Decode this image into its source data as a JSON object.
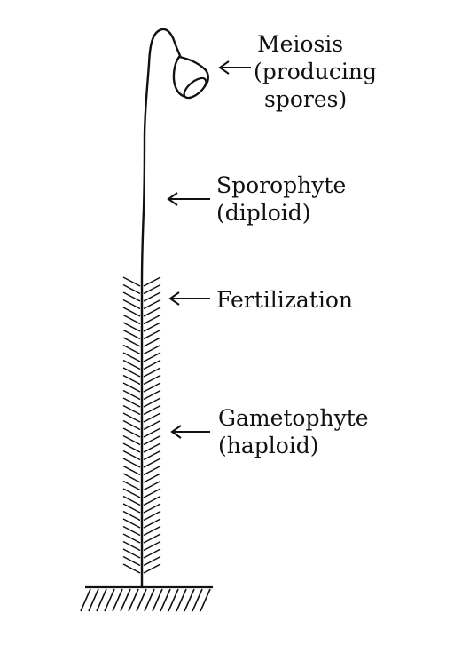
{
  "labels": {
    "meiosis": {
      "line1": "Meiosis",
      "line2": "(producing",
      "line3": "spores)"
    },
    "sporophyte": {
      "line1": "Sporophyte",
      "line2": "(diploid)"
    },
    "fertilization": {
      "line1": "Fertilization"
    },
    "gametophyte": {
      "line1": "Gametophyte",
      "line2": "(haploid)"
    }
  },
  "colors": {
    "ink": "#111111",
    "background": "#ffffff"
  }
}
